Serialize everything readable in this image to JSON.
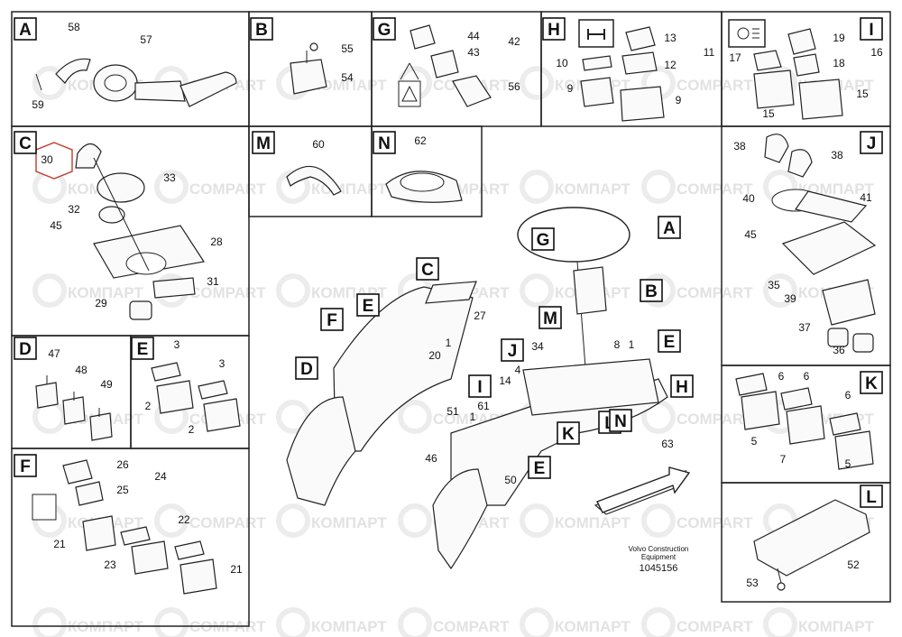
{
  "watermark": {
    "brand_ru": "КОМПАРТ",
    "brand_en": "COMPART"
  },
  "panels": {
    "A": {
      "tag": "A",
      "labels": [
        "58",
        "57",
        "59"
      ]
    },
    "B": {
      "tag": "B",
      "labels": [
        "55",
        "54"
      ]
    },
    "G": {
      "tag": "G",
      "labels": [
        "44",
        "42",
        "43",
        "56"
      ]
    },
    "H": {
      "tag": "H",
      "labels": [
        "13",
        "11",
        "10",
        "12",
        "9",
        "9"
      ]
    },
    "I": {
      "tag": "I",
      "labels": [
        "19",
        "16",
        "17",
        "18",
        "15",
        "15"
      ]
    },
    "C": {
      "tag": "C",
      "labels": [
        "30",
        "33",
        "32",
        "45",
        "28",
        "31",
        "29"
      ]
    },
    "M": {
      "tag": "M",
      "labels": [
        "60"
      ]
    },
    "N": {
      "tag": "N",
      "labels": [
        "62"
      ]
    },
    "J": {
      "tag": "J",
      "labels": [
        "38",
        "38",
        "40",
        "41",
        "45",
        "35",
        "39",
        "37",
        "36"
      ]
    },
    "D": {
      "tag": "D",
      "labels": [
        "47",
        "48",
        "49"
      ]
    },
    "E": {
      "tag": "E",
      "labels": [
        "3",
        "3",
        "2",
        "2"
      ]
    },
    "F": {
      "tag": "F",
      "labels": [
        "26",
        "24",
        "25",
        "22",
        "21",
        "23",
        "21"
      ]
    },
    "K": {
      "tag": "K",
      "labels": [
        "6",
        "6",
        "6",
        "5",
        "7",
        "5"
      ]
    },
    "L": {
      "tag": "L",
      "labels": [
        "52",
        "53"
      ]
    }
  },
  "overview": {
    "tags": [
      "A",
      "G",
      "B",
      "C",
      "E",
      "F",
      "D",
      "M",
      "J",
      "E",
      "H",
      "I",
      "K",
      "L",
      "N",
      "E"
    ],
    "labels": [
      "27",
      "1",
      "20",
      "34",
      "8",
      "1",
      "4",
      "14",
      "61",
      "1",
      "51",
      "46",
      "50",
      "63"
    ]
  },
  "footer": {
    "company": "Volvo Construction",
    "company_line2": "Equipment",
    "drawing_number": "1045156"
  }
}
